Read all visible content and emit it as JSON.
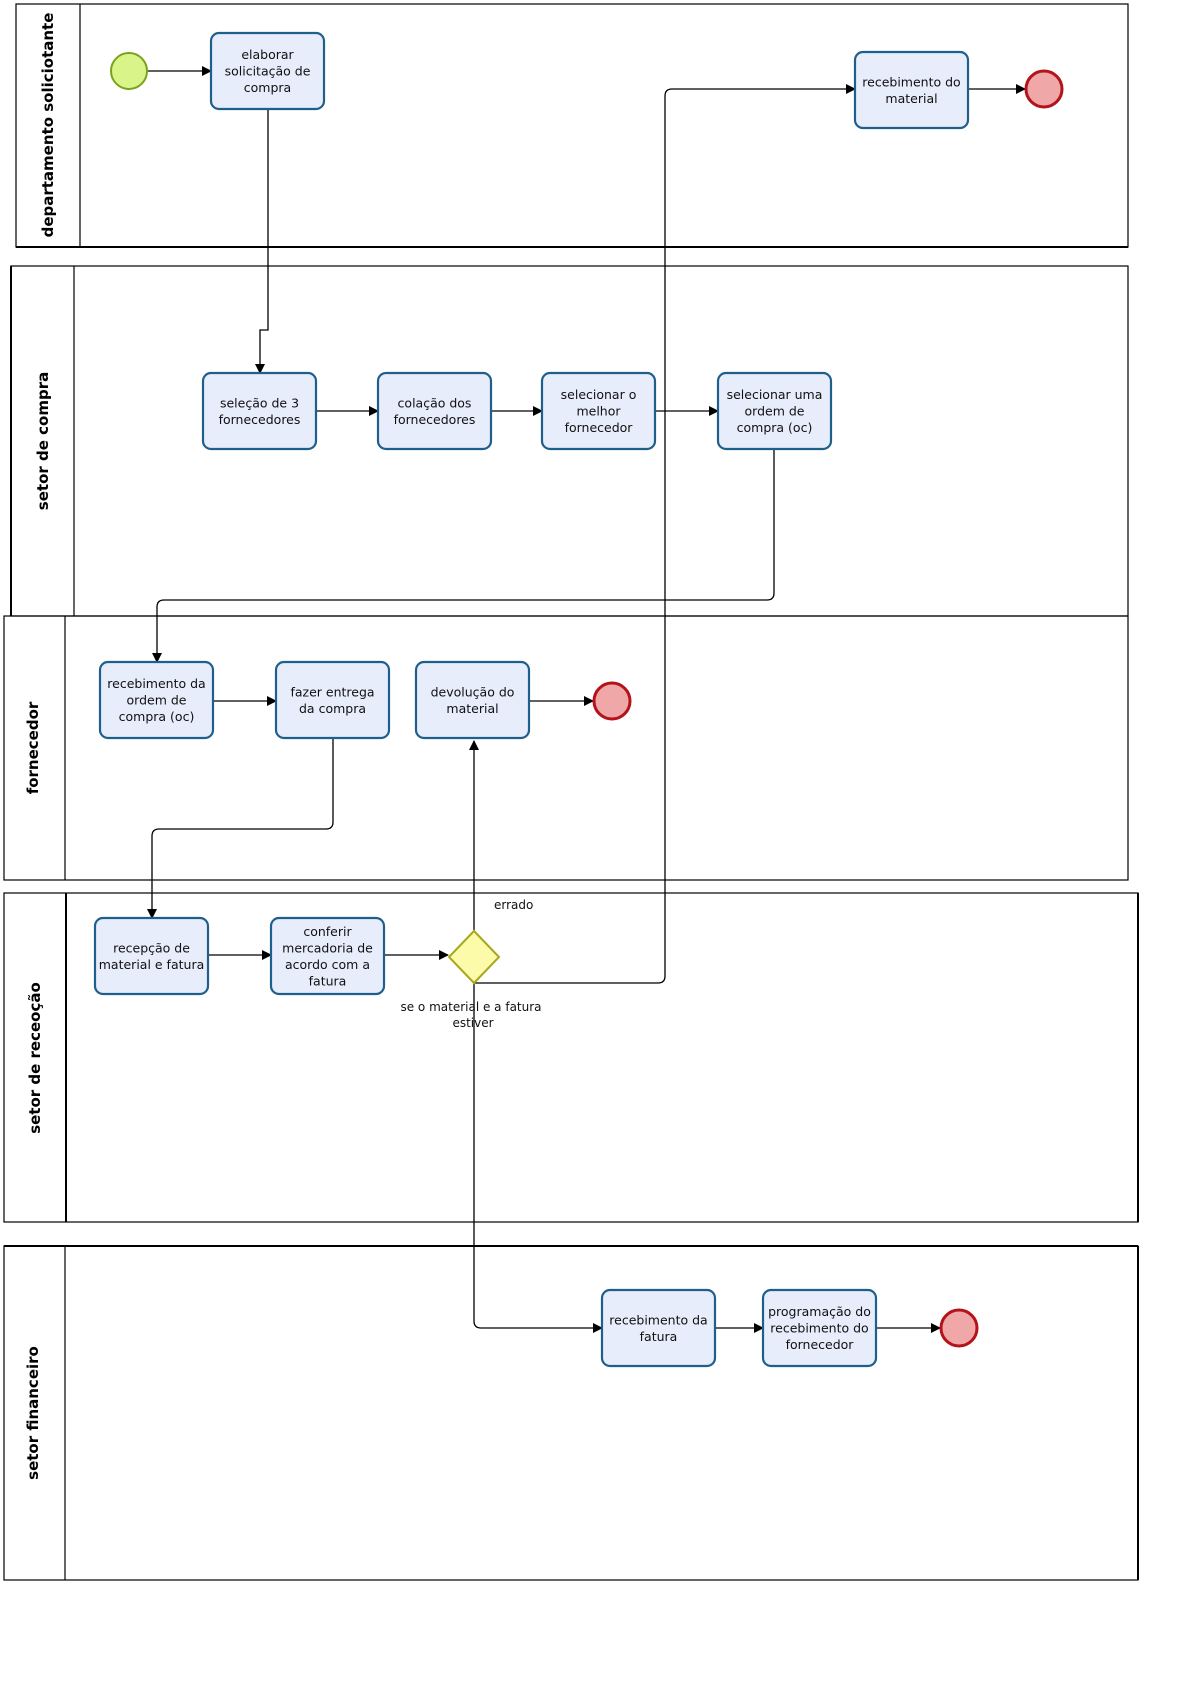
{
  "colors": {
    "task_fill": "#e8edfb",
    "task_stroke": "#1f5f8b",
    "start_fill": "#d9f58a",
    "start_stroke": "#7aa31c",
    "end_fill": "#efa7a7",
    "end_stroke": "#b3131b",
    "gateway_fill": "#fbfbaa",
    "gateway_stroke": "#a8a81e",
    "line": "#000000"
  },
  "lanes": [
    {
      "title": "departamento soliciotante"
    },
    {
      "title": "setor de compra"
    },
    {
      "title": "fornecedor"
    },
    {
      "title": "setor de receoção"
    },
    {
      "title": "setor financeiro"
    }
  ],
  "tasks": {
    "elaborar": [
      "elaborar",
      "solicitação de",
      "compra"
    ],
    "receb_material": [
      "recebimento do",
      "material"
    ],
    "selecao": [
      "seleção de 3",
      "fornecedores"
    ],
    "colacao": [
      "colação dos",
      "fornecedores"
    ],
    "selecionar_melhor": [
      "selecionar o",
      "melhor",
      "fornecedor"
    ],
    "selecionar_oc": [
      "selecionar uma",
      "ordem de",
      "compra (oc)"
    ],
    "receb_oc": [
      "recebimento da",
      "ordem de",
      "compra (oc)"
    ],
    "fazer_entrega": [
      "fazer entrega",
      "da compra"
    ],
    "devolucao": [
      "devolução do",
      "material"
    ],
    "recepcao": [
      "recepção de",
      "material e fatura"
    ],
    "conferir": [
      "conferir",
      "mercadoria de",
      "acordo com a",
      "fatura"
    ],
    "receb_fatura": [
      "recebimento da",
      "fatura"
    ],
    "programacao": [
      "programação do",
      "recebimento do",
      "fornecedor"
    ]
  },
  "labels": {
    "errado": "errado",
    "certo": [
      "se o material e a fatura",
      "estiver"
    ]
  }
}
